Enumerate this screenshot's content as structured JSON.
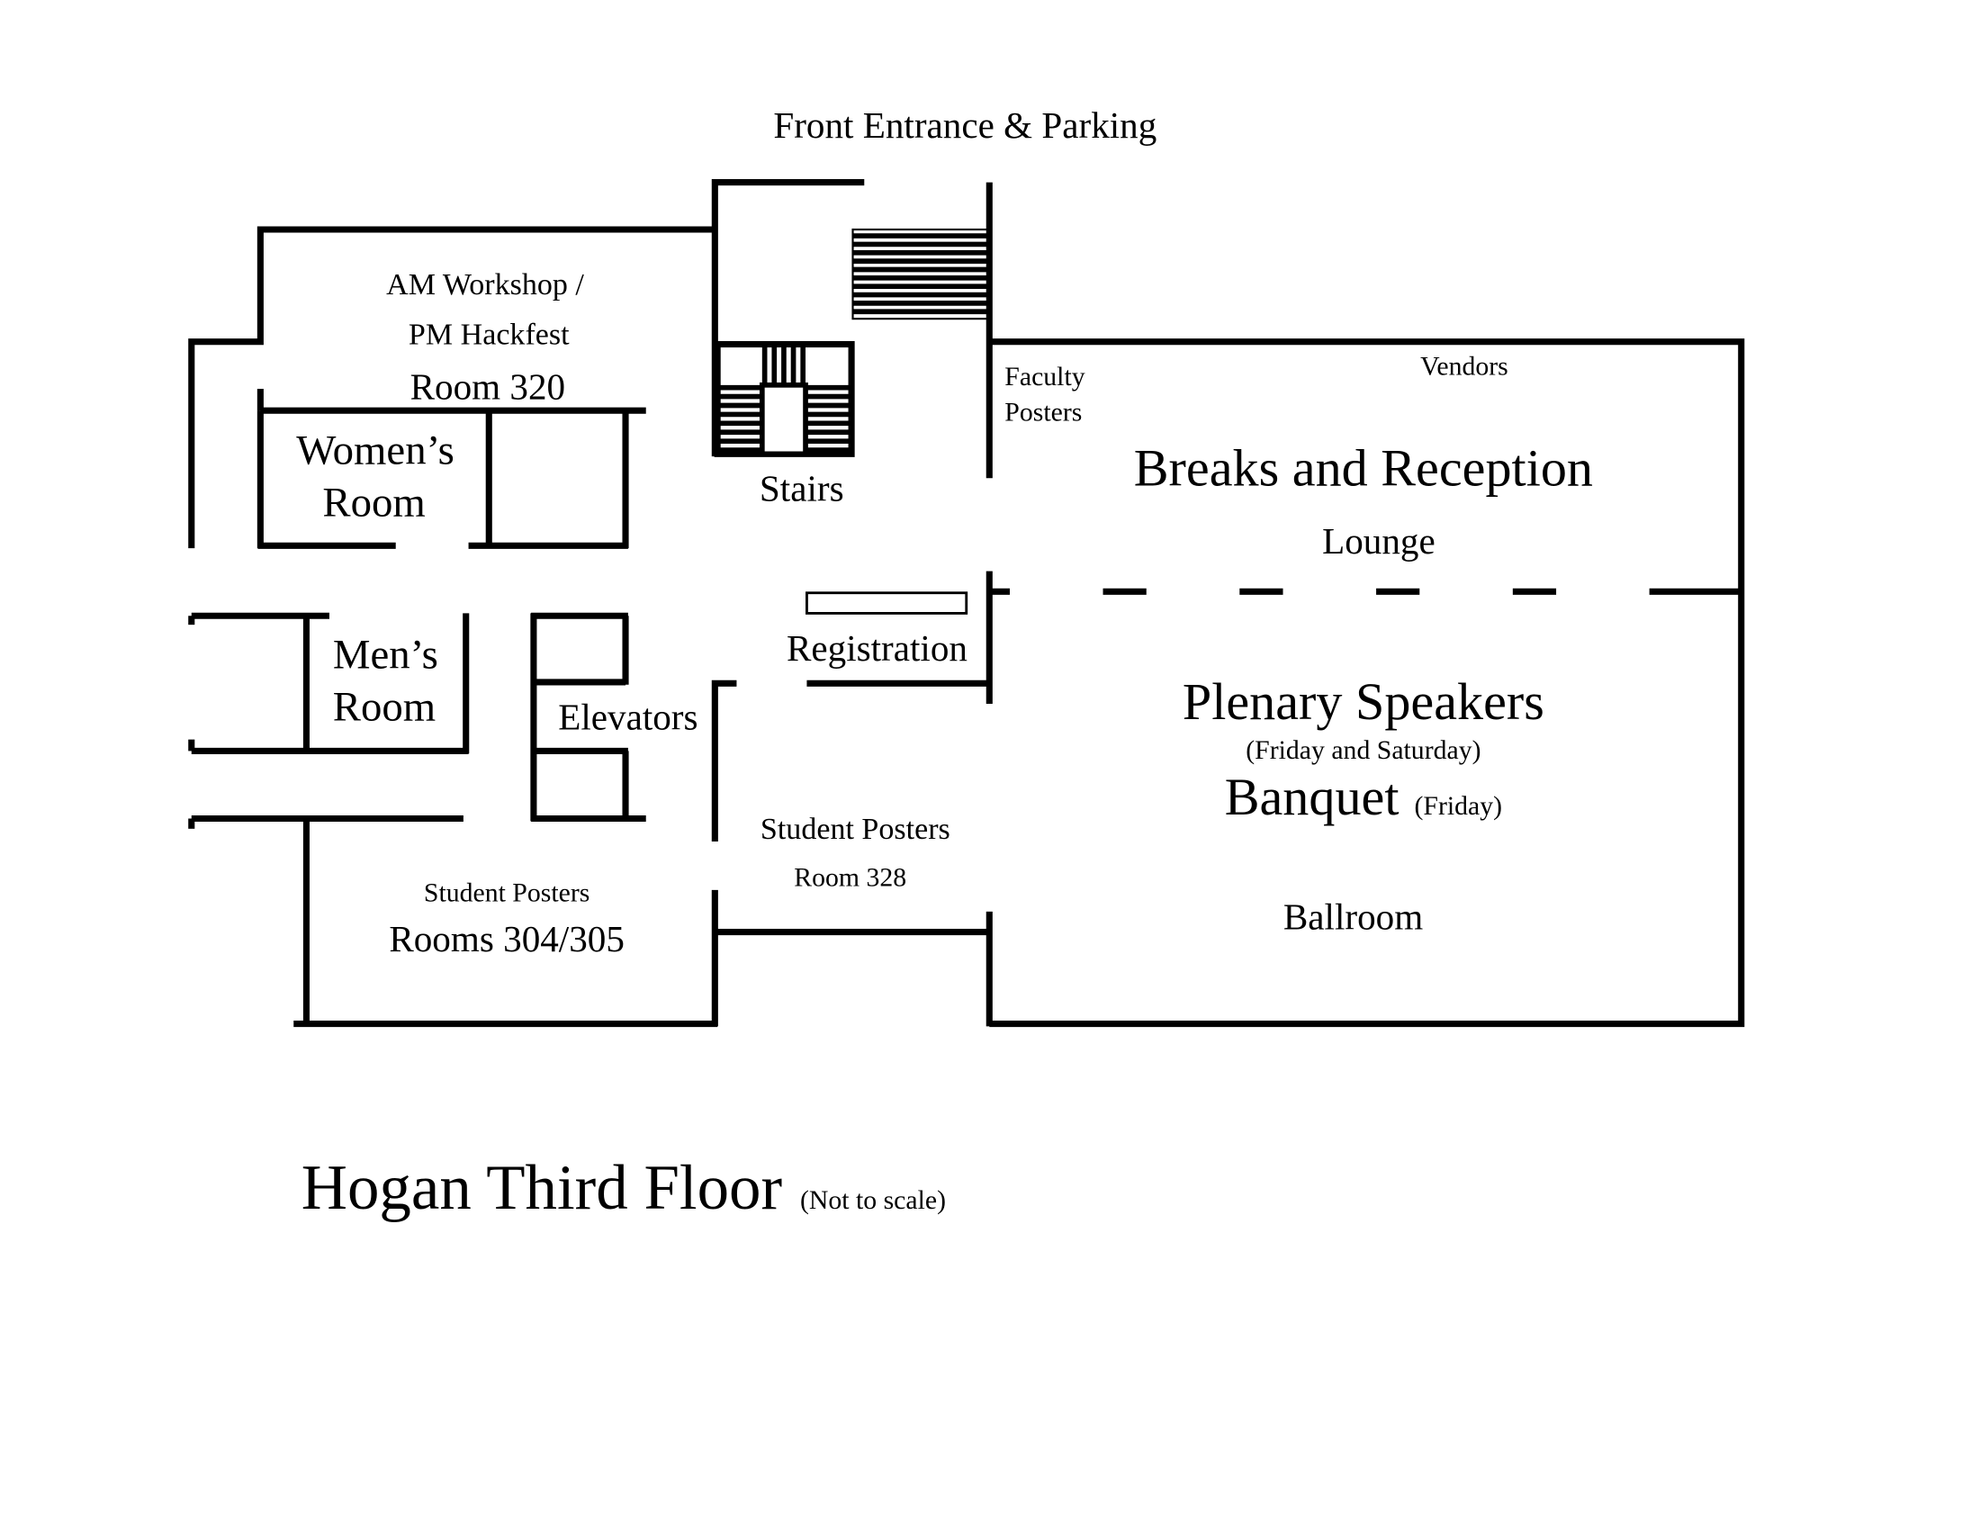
{
  "map": {
    "title": "Hogan Third Floor",
    "title_note": "(Not to scale)",
    "entrance_label": "Front Entrance & Parking",
    "rooms": {
      "room320": {
        "line1": "AM Workshop /",
        "line2": "PM Hackfest",
        "name": "Room 320"
      },
      "womens": {
        "line1": "Women’s",
        "line2": "Room"
      },
      "mens": {
        "line1": "Men’s",
        "line2": "Room"
      },
      "stairs": {
        "name": "Stairs"
      },
      "elevators": {
        "name": "Elevators"
      },
      "registration": {
        "name": "Registration"
      },
      "room328": {
        "line1": "Student Posters",
        "name": "Room 328"
      },
      "rooms304": {
        "line1": "Student Posters",
        "name": "Rooms 304/305"
      },
      "lounge": {
        "faculty_line1": "Faculty",
        "faculty_line2": "Posters",
        "vendors": "Vendors",
        "main": "Breaks and Reception",
        "name": "Lounge"
      },
      "ballroom": {
        "plenary": "Plenary Speakers",
        "plenary_note": "(Friday and Saturday)",
        "banquet": "Banquet",
        "banquet_note": "(Friday)",
        "name": "Ballroom"
      }
    }
  }
}
